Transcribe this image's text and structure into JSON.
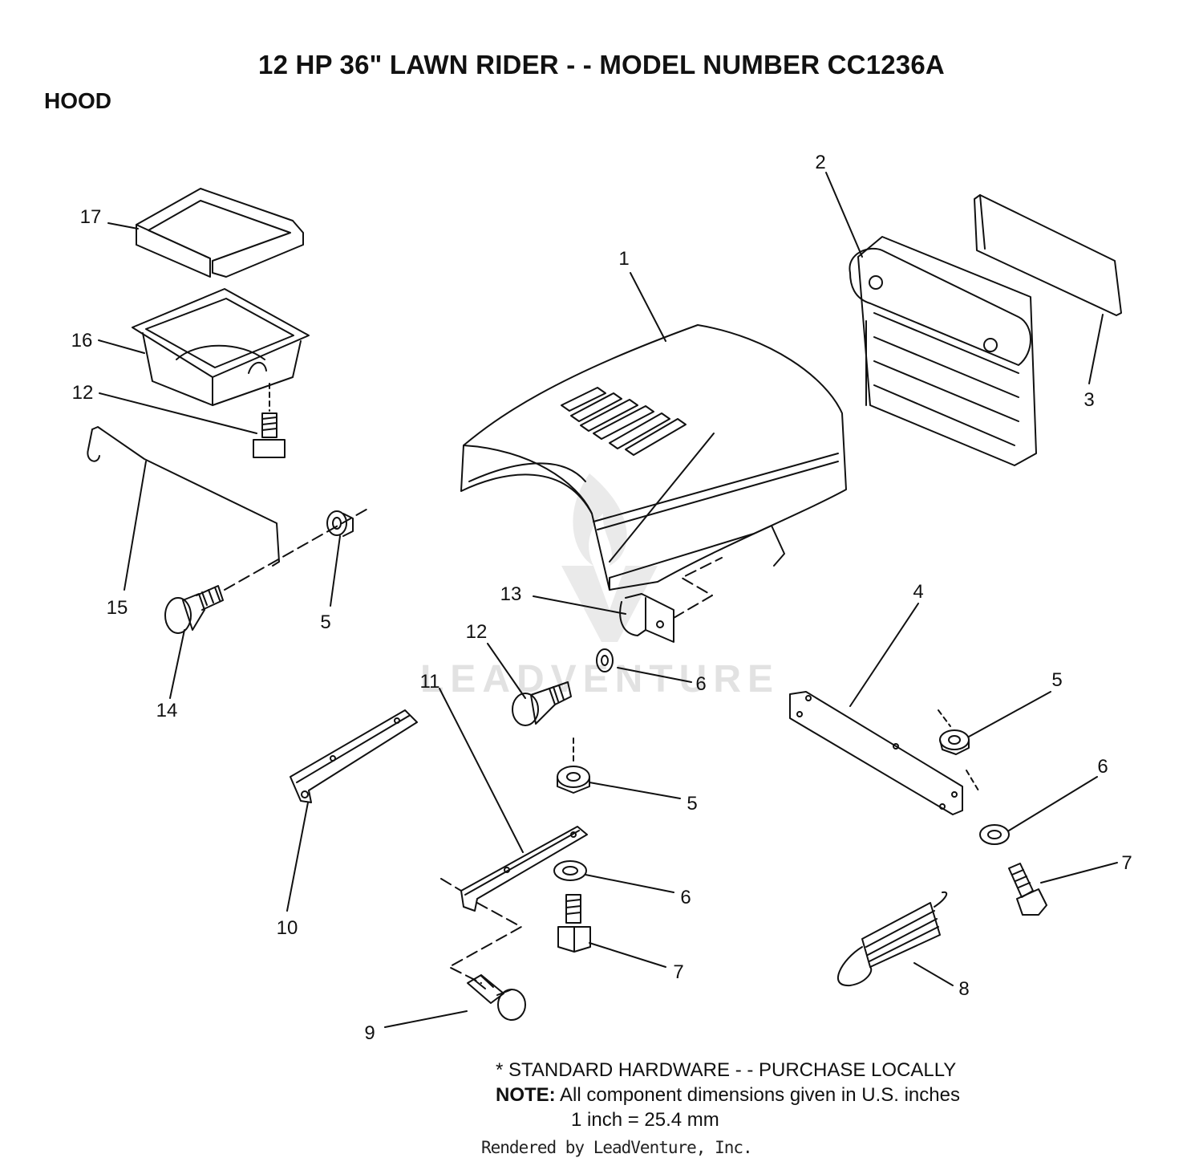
{
  "header": {
    "title": "12 HP 36\" LAWN RIDER - - MODEL NUMBER CC1236A",
    "section": "HOOD"
  },
  "callouts": [
    {
      "id": "c17",
      "text": "17"
    },
    {
      "id": "c16",
      "text": "16"
    },
    {
      "id": "c12a",
      "text": "12"
    },
    {
      "id": "c15",
      "text": "15"
    },
    {
      "id": "c14",
      "text": "14"
    },
    {
      "id": "c5a",
      "text": "5"
    },
    {
      "id": "c1",
      "text": "1"
    },
    {
      "id": "c2",
      "text": "2"
    },
    {
      "id": "c3",
      "text": "3"
    },
    {
      "id": "c13",
      "text": "13"
    },
    {
      "id": "c12b",
      "text": "12"
    },
    {
      "id": "c6a",
      "text": "6"
    },
    {
      "id": "c11",
      "text": "11"
    },
    {
      "id": "c10",
      "text": "10"
    },
    {
      "id": "c5b",
      "text": "5"
    },
    {
      "id": "c6b",
      "text": "6"
    },
    {
      "id": "c7a",
      "text": "7"
    },
    {
      "id": "c9",
      "text": "9"
    },
    {
      "id": "c4",
      "text": "4"
    },
    {
      "id": "c5c",
      "text": "5"
    },
    {
      "id": "c6c",
      "text": "6"
    },
    {
      "id": "c7b",
      "text": "7"
    },
    {
      "id": "c8",
      "text": "8"
    }
  ],
  "watermark": "LEADVENTURE",
  "notes": {
    "standard_hardware": "* STANDARD HARDWARE - - PURCHASE LOCALLY",
    "note_label": "NOTE:",
    "note_text": "All component dimensions given in U.S. inches",
    "conversion": "1 inch = 25.4 mm"
  },
  "credit": "Rendered by LeadVenture, Inc."
}
